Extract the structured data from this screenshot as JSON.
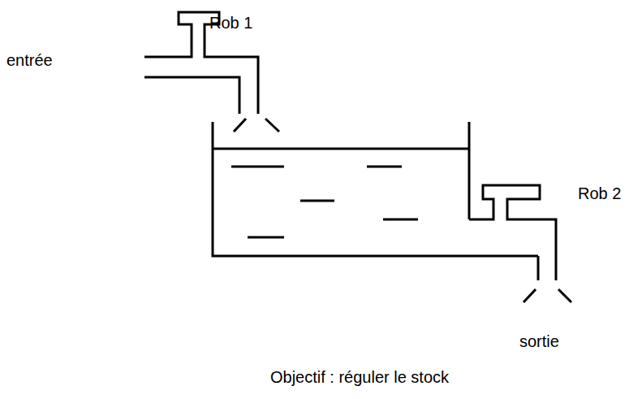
{
  "diagram": {
    "caption": "Objectif : réguler le stock",
    "labels": [
      "Rob 1",
      "entrée",
      "Rob 2",
      "sortie"
    ]
  }
}
